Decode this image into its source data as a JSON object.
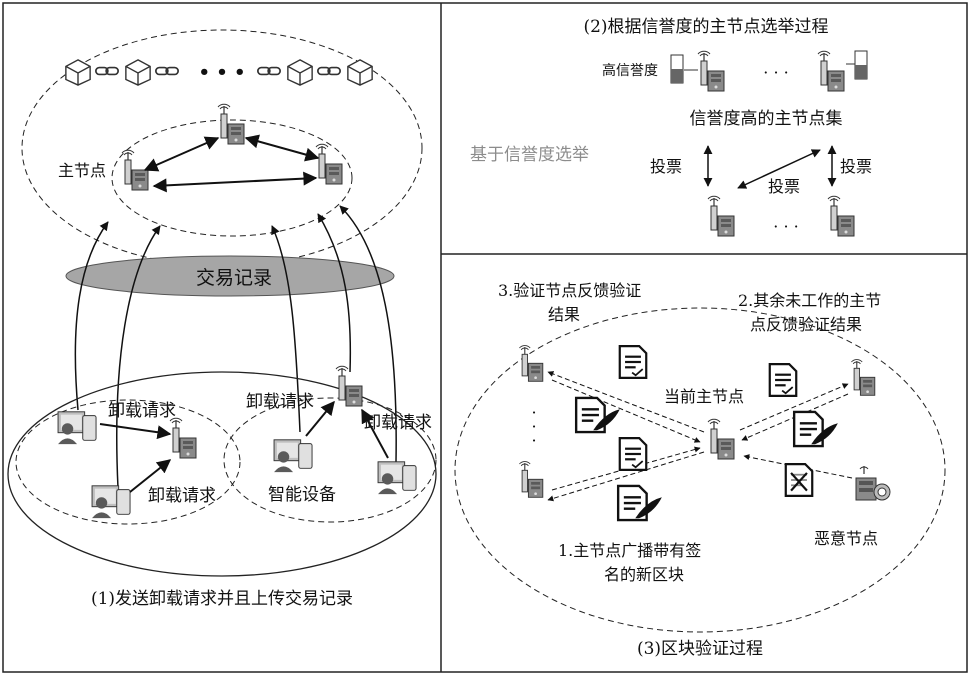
{
  "colors": {
    "border": "#222222",
    "device": "#808080",
    "device_dark": "#555555",
    "ellipse_fill": "#a6a6a6",
    "grey_text": "#8c8c8c"
  },
  "panel1": {
    "caption": "(1)发送卸载请求并且上传交易记录",
    "master_node_label": "主节点",
    "dots": "• • •",
    "transaction_record": "交易记录",
    "offload_requests": [
      "卸载请求",
      "卸载请求",
      "卸载请求",
      "卸载请求"
    ],
    "smart_device": "智能设备"
  },
  "panel2": {
    "title": "(2)根据信誉度的主节点选举过程",
    "high_reputation": "高信誉度",
    "dots_top": "· · ·",
    "dots_bottom": "· · ·",
    "master_set": "信誉度高的主节点集",
    "reputation_election": "基于信誉度选举",
    "votes": [
      "投票",
      "投票",
      "投票"
    ]
  },
  "panel3": {
    "caption": "(3)区块验证过程",
    "step3": [
      "3.验证节点反馈验证",
      "结果"
    ],
    "step2": [
      "2.其余未工作的主节",
      "点反馈验证结果"
    ],
    "current_master": "当前主节点",
    "malicious_node": "恶意节点",
    "step1": [
      "1.主节点广播带有签",
      "名的新区块"
    ]
  }
}
